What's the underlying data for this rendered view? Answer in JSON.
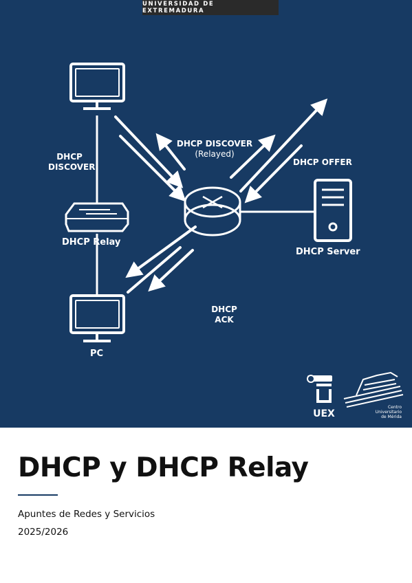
{
  "header": {
    "university": "UNIVERSIDAD DE EXTREMADURA"
  },
  "diagram": {
    "label_discover_left": [
      "DHCP",
      "DISCOVER"
    ],
    "label_discover_relayed": [
      "DHCP DISCOVER",
      "(Relayed)"
    ],
    "label_offer": "DHCP OFFER",
    "label_relay": "DHCP Relay",
    "label_server": "DHCP Server",
    "label_ack": [
      "DHCP",
      "ACK"
    ],
    "label_pc": "PC"
  },
  "logos": {
    "uex_text": "UEX",
    "centro_lines": [
      "Centro",
      "Universitario",
      "de Mérida"
    ]
  },
  "document": {
    "title": "DHCP y DHCP Relay",
    "subtitle": "Apuntes de Redes y Servicios",
    "year": "2025/2026"
  },
  "colors": {
    "cover_background": "#173a63",
    "banner": "#2a2a2a",
    "text": "#111111"
  }
}
